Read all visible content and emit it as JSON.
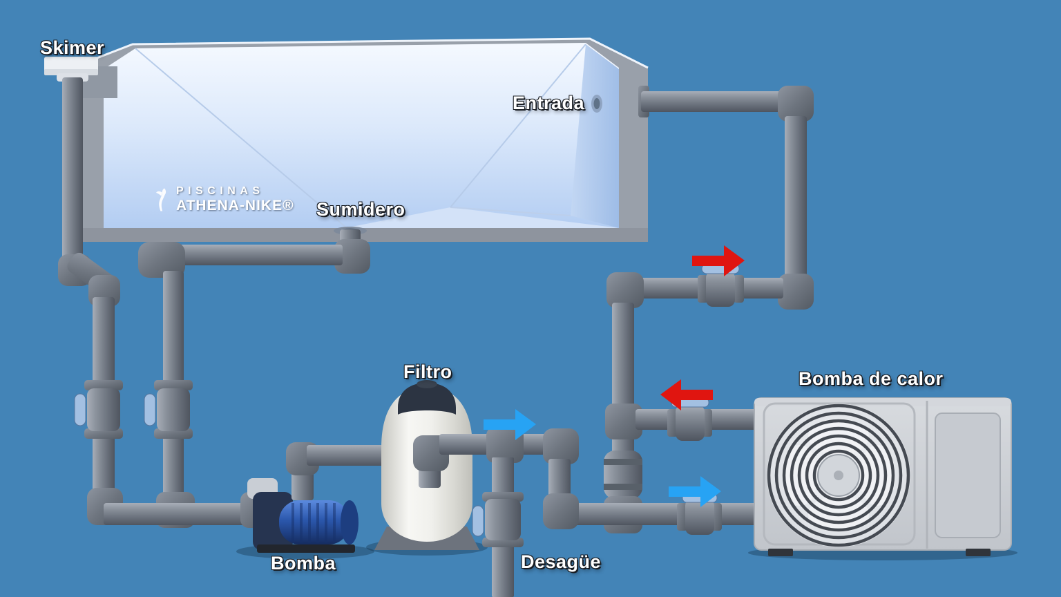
{
  "diagram": {
    "type": "pool-plumbing-3d-diagram"
  },
  "labels": {
    "skimmer": "Skimer",
    "inlet": "Entrada",
    "main_drain": "Sumidero",
    "filter": "Filtro",
    "pump": "Bomba",
    "waste": "Desagüe",
    "heat_pump": "Bomba de calor"
  },
  "brand": {
    "line1": "PISCINAS",
    "line2": "ATHENA-NIKE®"
  },
  "colors": {
    "background": "#4384b7",
    "pipe_gray": "#79808b",
    "fitting_gray": "#6b727c",
    "valve_handle": "#a3c0e2",
    "arrow_red": "#e01510",
    "arrow_blue": "#27a3f4",
    "pool_interior": "#dce9fb",
    "pump_blue": "#2e59ad",
    "filter_body": "#f1f1ee",
    "filter_lid": "#2c3442",
    "heat_pump_body": "#ccd0d5",
    "label_text": "#ffffff"
  },
  "flow_arrows": [
    {
      "id": "top-return",
      "direction": "right",
      "color": "red"
    },
    {
      "id": "heater-bypass",
      "direction": "left",
      "color": "red"
    },
    {
      "id": "filter-out",
      "direction": "right",
      "color": "blue"
    },
    {
      "id": "heater-in",
      "direction": "right",
      "color": "blue"
    }
  ],
  "icons": {
    "brand_figure": "athena-nike-statue-icon"
  }
}
